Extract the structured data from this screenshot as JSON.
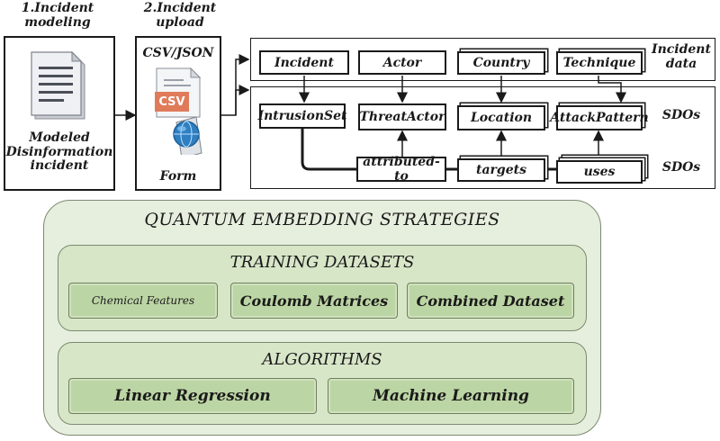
{
  "steps": {
    "step1_label": "1.Incident\nmodeling",
    "step2_label": "2.Incident\nupload"
  },
  "modeled_panel": {
    "caption": "Modeled\nDisinformation\nincident"
  },
  "upload_panel": {
    "format_label": "CSV/JSON",
    "csv_badge": "CSV",
    "form_label": "Form"
  },
  "incident_data": {
    "row_label": "Incident\ndata",
    "boxes": [
      "Incident",
      "Actor",
      "Country",
      "Technique"
    ]
  },
  "sdos_row": {
    "row_label": "SDOs",
    "boxes": [
      "IntrusionSet",
      "ThreatActor",
      "Location",
      "AttackPattern"
    ]
  },
  "relations_row": {
    "row_label": "SDOs",
    "boxes": [
      "attributed-to",
      "targets",
      "uses"
    ]
  },
  "quantum": {
    "title": "QUANTUM EMBEDDING STRATEGIES",
    "training": {
      "title": "TRAINING DATASETS",
      "items": [
        "Chemical Features",
        "Coulomb Matrices",
        "Combined Dataset"
      ]
    },
    "algorithms": {
      "title": "ALGORITHMS",
      "items": [
        "Linear Regression",
        "Machine Learning"
      ]
    }
  },
  "colors": {
    "panel_fill": "#e6eedd",
    "section_fill": "#d8e6c8",
    "button_fill": "#bcd5a4",
    "csv_badge": "#e07b5a",
    "globe": "#2f7fc1"
  }
}
